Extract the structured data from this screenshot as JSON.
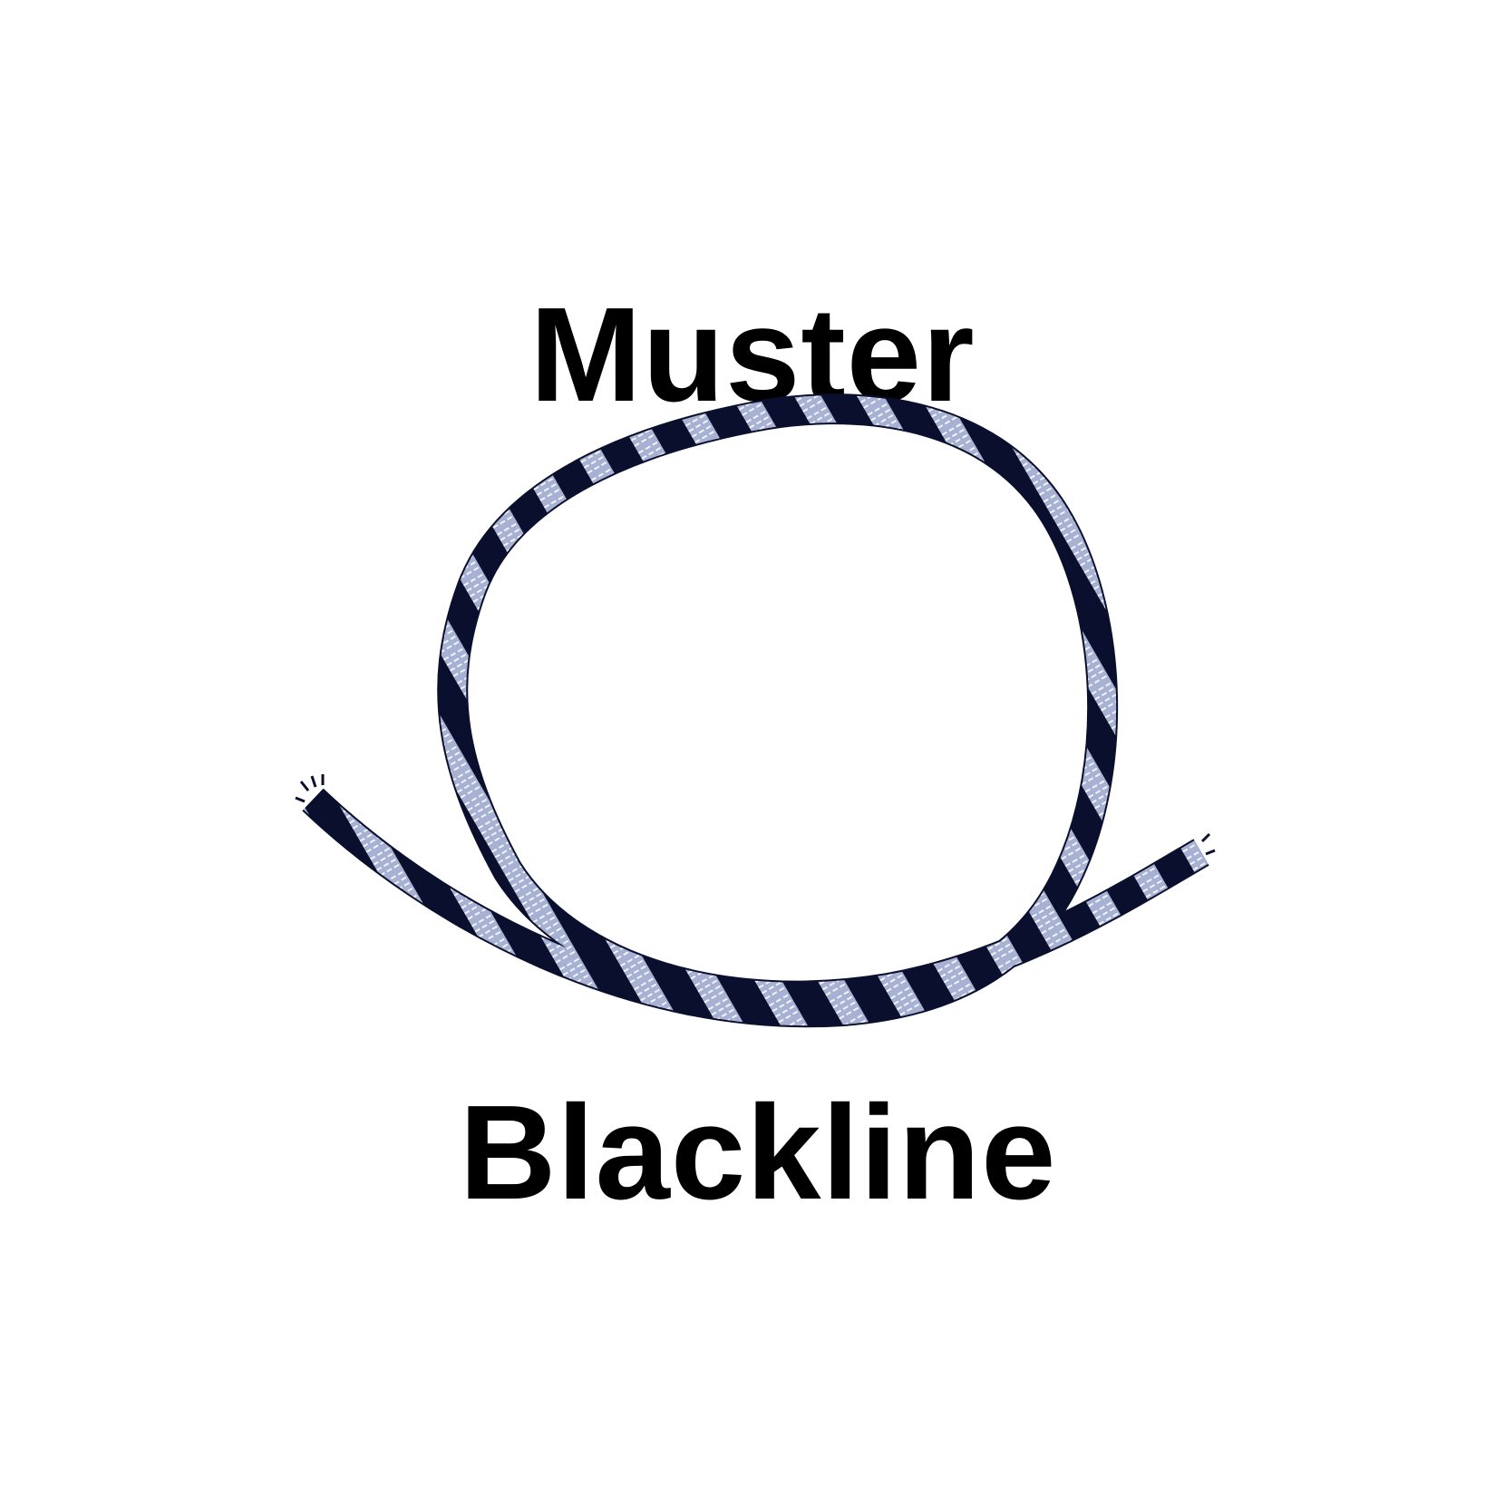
{
  "product": {
    "title": "Muster",
    "subtitle": "Blackline"
  },
  "image": {
    "subject": "braided-cable-sleeve-loop",
    "colors": {
      "background": "#ffffff",
      "sleeve_dark": "#0b0f2e",
      "sleeve_stripe": "#c9d3ea",
      "text": "#000000"
    }
  }
}
